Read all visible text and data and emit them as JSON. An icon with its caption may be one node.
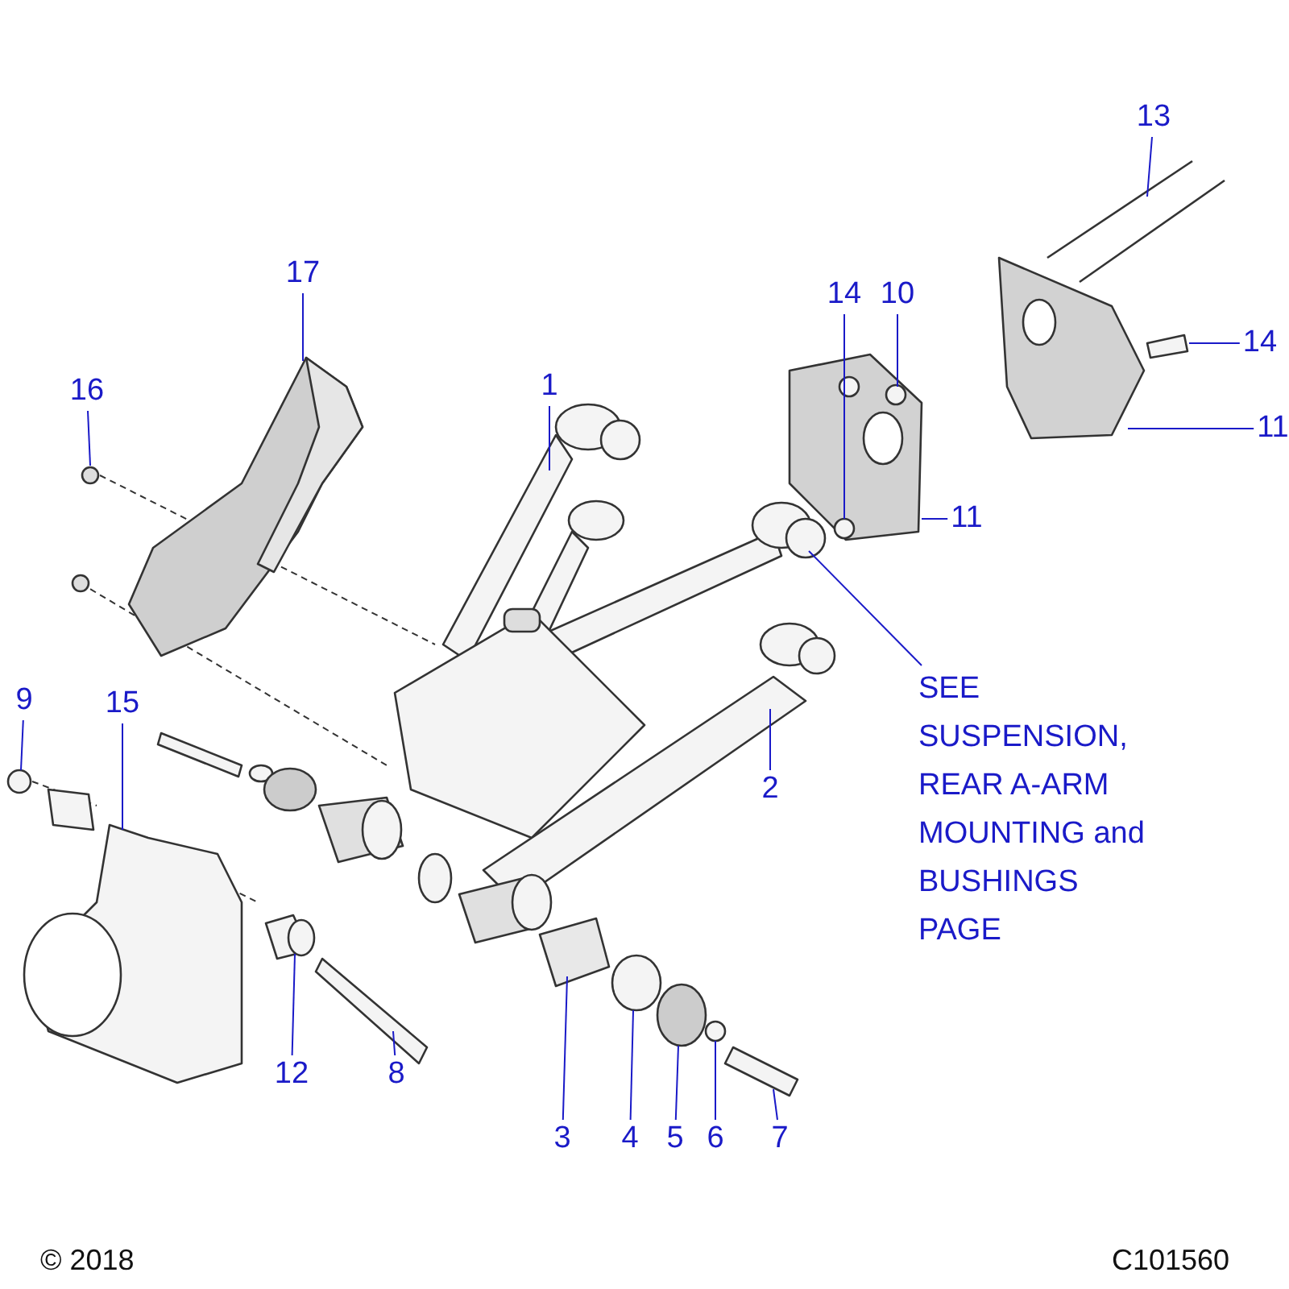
{
  "diagram": {
    "nodes": [
      {
        "text": [
          "13"
        ]
      },
      {
        "text": [
          "17"
        ]
      },
      {
        "text": [
          "14"
        ]
      },
      {
        "text": [
          "10"
        ]
      },
      {
        "text": [
          "14"
        ]
      },
      {
        "text": [
          "16"
        ]
      },
      {
        "text": [
          "1"
        ]
      },
      {
        "text": [
          "11"
        ]
      },
      {
        "text": [
          "11"
        ]
      },
      {
        "text": [
          "SEE SUSPENSION, REAR A-ARM MOUNTING and BUSHINGS PAGE"
        ]
      },
      {
        "text": [
          "9"
        ]
      },
      {
        "text": [
          "15"
        ]
      },
      {
        "text": [
          "2"
        ]
      },
      {
        "text": [
          "12"
        ]
      },
      {
        "text": [
          "8"
        ]
      },
      {
        "text": [
          "3"
        ]
      },
      {
        "text": [
          "4"
        ]
      },
      {
        "text": [
          "5"
        ]
      },
      {
        "text": [
          "6"
        ]
      },
      {
        "text": [
          "7"
        ]
      }
    ],
    "edges": [
      {
        "from": 0,
        "to": null,
        "arrow": "none"
      },
      {
        "from": 1,
        "to": null,
        "arrow": "none"
      },
      {
        "from": 2,
        "to": null,
        "arrow": "none"
      },
      {
        "from": 3,
        "to": null,
        "arrow": "none"
      },
      {
        "from": 4,
        "to": null,
        "arrow": "none"
      },
      {
        "from": 5,
        "to": null,
        "arrow": "none"
      },
      {
        "from": 6,
        "to": null,
        "arrow": "none"
      },
      {
        "from": 7,
        "to": null,
        "arrow": "none"
      },
      {
        "from": 8,
        "to": null,
        "arrow": "none"
      },
      {
        "from": 9,
        "to": null,
        "arrow": "none"
      },
      {
        "from": 10,
        "to": null,
        "arrow": "none"
      },
      {
        "from": 11,
        "to": null,
        "arrow": "none"
      },
      {
        "from": 12,
        "to": null,
        "arrow": "none"
      },
      {
        "from": 13,
        "to": null,
        "arrow": "none"
      },
      {
        "from": 14,
        "to": null,
        "arrow": "none"
      },
      {
        "from": 15,
        "to": null,
        "arrow": "none"
      },
      {
        "from": 16,
        "to": null,
        "arrow": "none"
      },
      {
        "from": 17,
        "to": null,
        "arrow": "none"
      },
      {
        "from": 18,
        "to": null,
        "arrow": "none"
      },
      {
        "from": 19,
        "to": null,
        "arrow": "none"
      }
    ],
    "labels": [
      "© 2018",
      "C101560"
    ]
  }
}
